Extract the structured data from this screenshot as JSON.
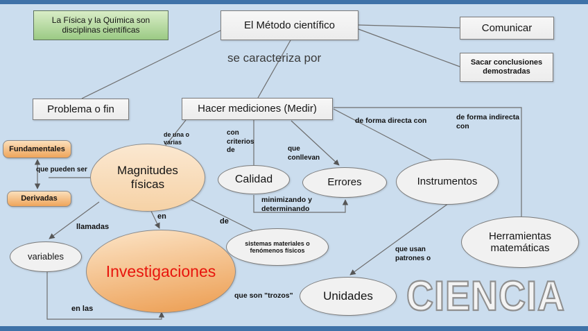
{
  "canvas": {
    "background_color": "#CBDDEE",
    "frame_color": "#3F72A8",
    "line_color": "#6E6E6E",
    "node_gray_color": "#F1F1F1",
    "node_green_color": "#9BCA84",
    "node_orange_color": "#EFA55B",
    "investigaciones_text_color": "#E8150D"
  },
  "nodes": {
    "disciplinas": "La Física y la Química son disciplinas científicas",
    "metodo": "El Método científico",
    "comunicar": "Comunicar",
    "sacar": "Sacar conclusiones demostradas",
    "problema": "Problema o fin",
    "hacer": "Hacer mediciones (Medir)",
    "fundamentales": "Fundamentales",
    "derivadas": "Derivadas",
    "magnitudes": "Magnitudes físicas",
    "calidad": "Calidad",
    "errores": "Errores",
    "instrumentos": "Instrumentos",
    "herramientas": "Herramientas matemáticas",
    "variables": "variables",
    "investigaciones": "Investigaciones",
    "sistemas": "sistemas materiales o fenómenos físicos",
    "unidades": "Unidades"
  },
  "links": {
    "se_caracteriza": "se caracteriza por",
    "de_una_o_varias": "de una o varias",
    "con_criterios_de": "con criterios de",
    "que_conllevan": "que conllevan",
    "de_forma_directa": "de forma directa con",
    "de_forma_indirecta": "de forma indirecta con",
    "minimizando": "minimizando y determinando",
    "que_pueden_ser": "que pueden ser",
    "llamadas": "llamadas",
    "en": "en",
    "de": "de",
    "en_las": "en las",
    "que_son_trozos": "que son \"trozos\"",
    "que_usan_patrones": "que usan patrones o"
  },
  "watermark": "CIENCIA"
}
